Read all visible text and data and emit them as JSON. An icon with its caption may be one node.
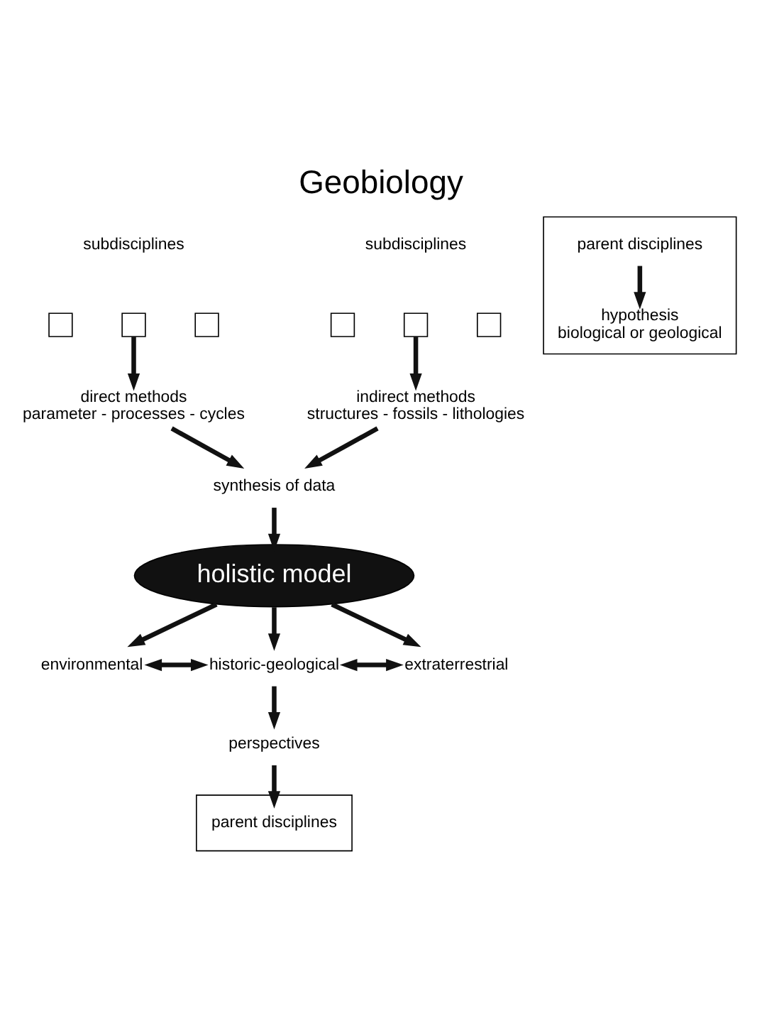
{
  "diagram": {
    "title": "Geobiology",
    "nodes": [
      {
        "text": [],
        "shape": "box"
      },
      {
        "text": [
          "parent disciplines"
        ],
        "in": 0
      },
      {
        "text": [
          "hypothesis",
          "biological or geological"
        ],
        "in": 0
      },
      {
        "text": [
          "subdisciplines"
        ]
      },
      {
        "text": [],
        "shape": "box"
      },
      {
        "text": [],
        "shape": "box"
      },
      {
        "text": [],
        "shape": "box"
      },
      {
        "text": [
          "direct methods",
          "parameter - processes - cycles"
        ]
      },
      {
        "text": [
          "subdisciplines"
        ]
      },
      {
        "text": [],
        "shape": "box"
      },
      {
        "text": [],
        "shape": "box"
      },
      {
        "text": [],
        "shape": "box"
      },
      {
        "text": [
          "indirect methods",
          "structures - fossils - lithologies"
        ]
      },
      {
        "text": [
          "synthesis of data"
        ]
      },
      {
        "text": [
          "holistic model"
        ]
      },
      {
        "text": [
          "environmental"
        ]
      },
      {
        "text": [
          "historic-geological"
        ]
      },
      {
        "text": [
          "extraterrestrial"
        ]
      },
      {
        "text": [
          "perspectives"
        ]
      },
      {
        "text": [],
        "shape": "box"
      },
      {
        "text": [
          "parent disciplines"
        ],
        "in": 19
      }
    ],
    "edges": [
      {
        "from": 1,
        "to": 2,
        "arrow": "to"
      },
      {
        "from": 5,
        "to": 7,
        "arrow": "to"
      },
      {
        "from": 10,
        "to": 12,
        "arrow": "to"
      },
      {
        "from": 7,
        "to": 13,
        "arrow": "to"
      },
      {
        "from": 12,
        "to": 13,
        "arrow": "to"
      },
      {
        "from": 13,
        "to": 14,
        "arrow": "to"
      },
      {
        "from": 14,
        "to": 15,
        "arrow": "to"
      },
      {
        "from": 14,
        "to": 16,
        "arrow": "to"
      },
      {
        "from": 14,
        "to": 17,
        "arrow": "to"
      },
      {
        "from": 15,
        "to": 16,
        "arrow": "both"
      },
      {
        "from": 16,
        "to": 17,
        "arrow": "both"
      },
      {
        "from": 16,
        "to": 18,
        "arrow": "to"
      },
      {
        "from": 18,
        "to": 20,
        "arrow": "to"
      }
    ]
  }
}
